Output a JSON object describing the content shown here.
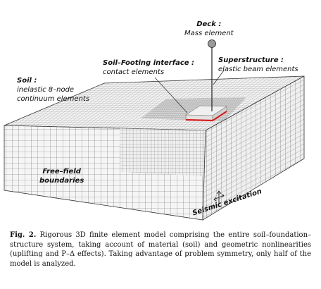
{
  "labels": {
    "deck": {
      "title": "Deck :",
      "sub": "Mass element"
    },
    "superstructure": {
      "title": "Superstructure :",
      "sub": "elastic beam elements"
    },
    "interface": {
      "title": "Soil–Footing interface :",
      "sub": "contact elements"
    },
    "soil": {
      "title": "Soil :",
      "sub1": "inelastic 8–node",
      "sub2": "continuum elements"
    },
    "free_field": {
      "line1": "Free–field",
      "line2": "boundaries"
    },
    "seismic": "Seismic excitation"
  },
  "caption": {
    "fig": "Fig. 2.",
    "text": " Rigorous 3D finite element model comprising the entire soil–foundation–structure system, taking account of material (soil) and geometric nonlinearities (uplifting and P–Δ effects). Taking advantage of problem symmetry, only half of the model is analyzed."
  },
  "colors": {
    "mesh_line": "#5a5a5a",
    "face_fill": "#f4f4f4",
    "footing_edge": "#d42020",
    "footing_fill": "#e8e8e8"
  }
}
